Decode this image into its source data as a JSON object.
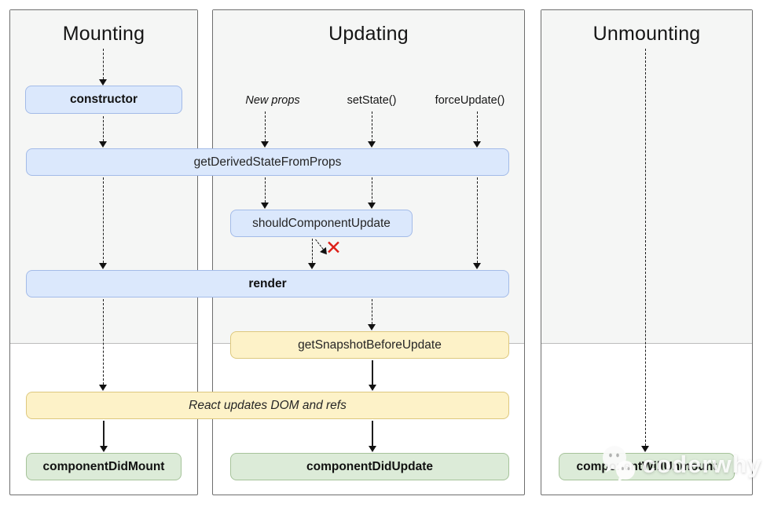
{
  "columns": {
    "mounting": {
      "title": "Mounting"
    },
    "updating": {
      "title": "Updating"
    },
    "unmounting": {
      "title": "Unmounting"
    }
  },
  "triggers": {
    "new_props": "New props",
    "set_state": "setState()",
    "force_update": "forceUpdate()"
  },
  "nodes": {
    "constructor": "constructor",
    "get_derived_state_from_props": "getDerivedStateFromProps",
    "should_component_update": "shouldComponentUpdate",
    "render": "render",
    "get_snapshot_before_update": "getSnapshotBeforeUpdate",
    "react_updates_dom_and_refs": "React updates DOM and refs",
    "component_did_mount": "componentDidMount",
    "component_did_update": "componentDidUpdate",
    "component_will_unmount": "componentWillUnmount"
  },
  "icons": {
    "stop_x": "✕"
  },
  "watermark": {
    "text": "coderwhy"
  },
  "colors": {
    "blue_fill": "#dbe8fc",
    "blue_border": "#a3bbe8",
    "yellow_fill": "#fdf2c8",
    "yellow_border": "#ddc87e",
    "green_fill": "#dcebd8",
    "green_border": "#a6c39a",
    "phase_bg": "#f5f6f5",
    "panel_border": "#6e6e6e",
    "stop_x": "#dd2018"
  }
}
